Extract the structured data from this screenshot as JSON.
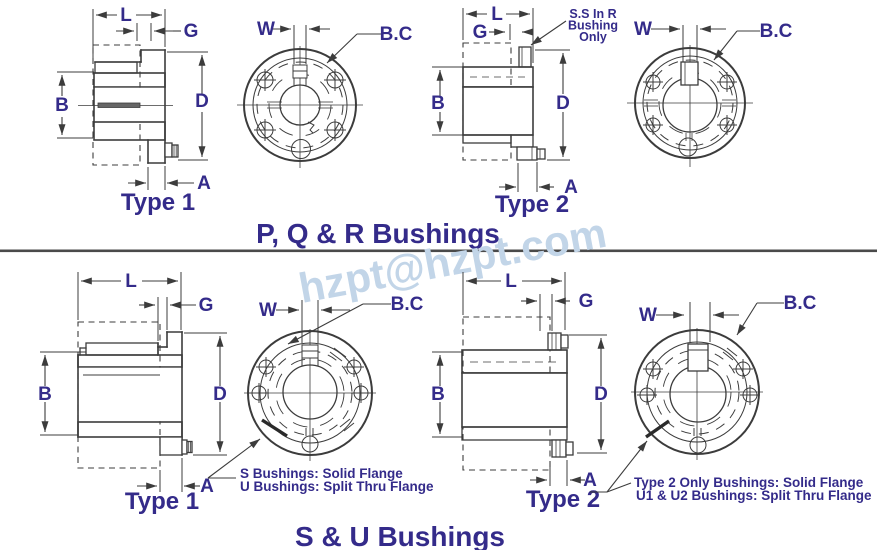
{
  "colors": {
    "label_navy": "#342b8a",
    "line": "#3c3c3c",
    "watermark_blue": "#c2d5e8",
    "background": "#ffffff"
  },
  "watermark": "hzpt@hzpt.com",
  "dim": {
    "L": "L",
    "G": "G",
    "B": "B",
    "D": "D",
    "A": "A",
    "W": "W",
    "BC": "B.C"
  },
  "top": {
    "title": "P, Q & R Bushings",
    "type1_caption": "Type 1",
    "type2_caption": "Type 2",
    "ss_note": {
      "l1": "S.S In R",
      "l2": "Bushing",
      "l3": "Only"
    }
  },
  "bottom": {
    "title": "S & U Bushings",
    "type1_caption": "Type 1",
    "type2_caption": "Type 2",
    "front1_note": {
      "l1": "S Bushings: Solid Flange",
      "l2": "U Bushings: Split Thru Flange"
    },
    "front2_note": {
      "l1": "Type 2 Only Bushings: Solid Flange",
      "l2": "U1 & U2 Bushings: Split Thru Flange"
    }
  }
}
